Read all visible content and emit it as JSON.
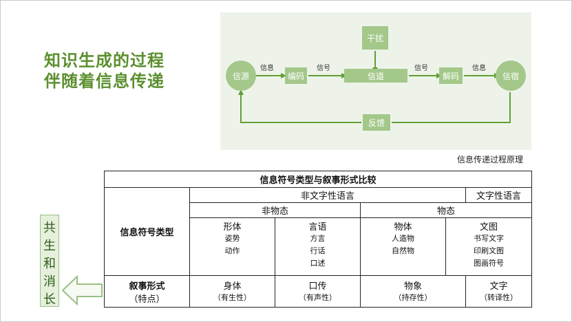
{
  "headline": {
    "line1": "知识生成的过程",
    "line2": "伴随着信息传递"
  },
  "diagram": {
    "source": "信源",
    "encode": "编码",
    "channel": "信道",
    "decode": "解码",
    "sink": "信宿",
    "noise": "干扰",
    "feedback": "反馈",
    "label_info_1": "信息",
    "label_signal_1": "信号",
    "label_signal_2": "信号",
    "label_info_2": "信息",
    "caption": "信息传递过程原理"
  },
  "side": {
    "chars": [
      "共",
      "生",
      "和",
      "消",
      "长"
    ]
  },
  "table": {
    "title": "信息符号类型与叙事形式比较",
    "row_label_type": "信息符号类型",
    "non_text": "非文字性语言",
    "text_lang": "文字性语言",
    "non_material": "非物态",
    "material": "物态",
    "cols": [
      {
        "name": "形体",
        "items": [
          "姿势",
          "动作"
        ]
      },
      {
        "name": "言语",
        "items": [
          "方言",
          "行话",
          "口述"
        ]
      },
      {
        "name": "物体",
        "items": [
          "人造物",
          "自然物"
        ]
      },
      {
        "name": "文图",
        "items": [
          "书写文字",
          "印刷文图",
          "图画符号"
        ]
      }
    ],
    "narrative_label": "叙事形式",
    "feature_label": "（特点）",
    "forms": [
      {
        "name": "身体",
        "feature": "（有生性）"
      },
      {
        "name": "口传",
        "feature": "（有声性）"
      },
      {
        "name": "物象",
        "feature": "（持存性）"
      },
      {
        "name": "文字",
        "feature": "（转译性）"
      }
    ]
  }
}
